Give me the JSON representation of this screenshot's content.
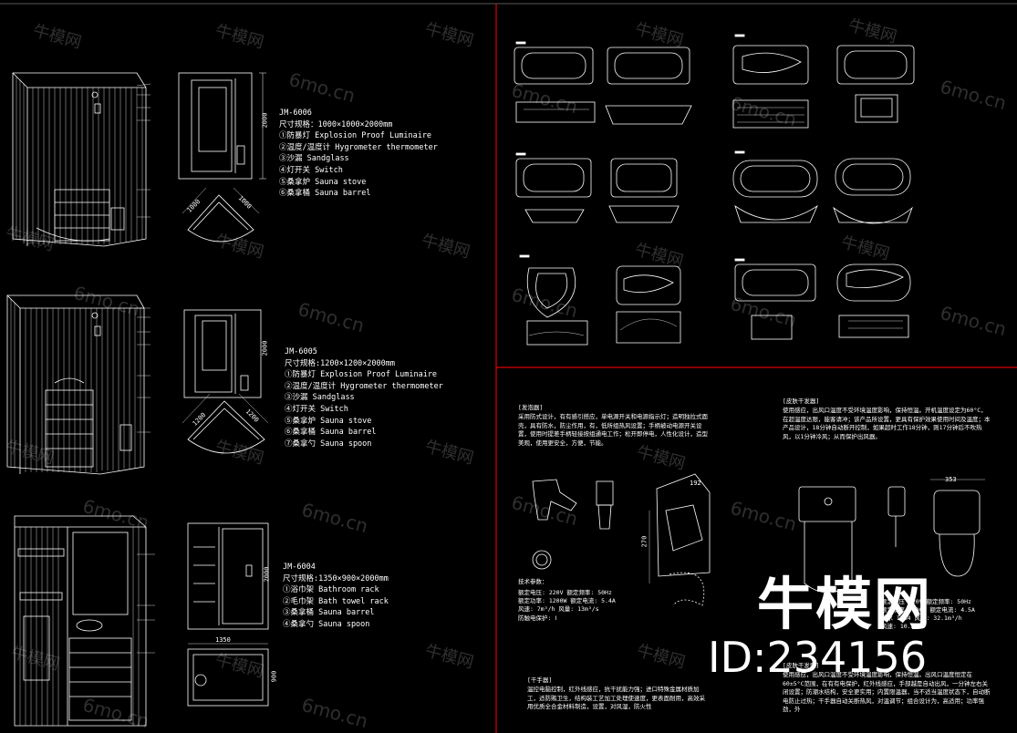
{
  "models": [
    {
      "model": "JM-6006",
      "spec": "尺寸规格：1000×1000×2000mm",
      "items": [
        "①防暴灯 Explosion Proof Luminaire",
        "②温度/温度计 Hygrometer thermometer",
        "③沙漏 Sandglass",
        "④灯开关 Switch",
        "⑤桑拿炉 Sauna stove",
        "⑥桑拿桶 Sauna barrel"
      ],
      "dims": {
        "height": "2000",
        "w1": "1000",
        "w2": "1000"
      }
    },
    {
      "model": "JM-6005",
      "spec": "尺寸规格:1200×1200×2000mm",
      "items": [
        "①防暴灯 Explosion Proof Luminaire",
        "②温度/温度计 Hygrometer thermometer",
        "③沙漏 Sandglass",
        "④灯开关 Switch",
        "⑤桑拿炉 Sauna stove",
        "⑥桑拿桶 Sauna barrel",
        "⑦桑拿勺 Sauna spoon"
      ],
      "dims": {
        "height": "2000",
        "w1": "1200",
        "w2": "1200"
      }
    },
    {
      "model": "JM-6004",
      "spec": "尺寸规格:1350×900×2000mm",
      "items": [
        "①浴巾架 Bathroom rack",
        "②毛巾架 Bath towel rack",
        "③桑拿桶 Sauna barrel",
        "④桑拿勺 Sauna spoon"
      ],
      "dims": {
        "height": "2000",
        "w1": "1350",
        "w2": "900"
      }
    }
  ],
  "panels": {
    "hand_dryer_title": "[发泡器]",
    "hand_dryer_text": "采用防式设计，有有感引搭应，单电源开关和电源指示灯；造明独拉式面壳，具有防水，防尘作用，有，低所组热风设置；手柄被动电源开关设置，使用时提差手柄轻接按组通电工作；松开即停电，人性化设计，造型美观，使用更安全，方便，节能。",
    "hand_dryer_params_title": "技术参数：",
    "hand_dryer_params": [
      "额定电压: 220V   额定频率: 50Hz",
      "额定功率: 1200W  额定电流: 5.4A",
      "风速: 7m³/h      风量: 13m³/s",
      "防触电保护: Ⅰ"
    ],
    "skin_dryer_title": "[皮肤干发器]",
    "skin_dryer_text": "使用感应，出风口温度不受环境温度影响，保持恒温。开机温度设定为60°C，在超温度达限，能客请冲；该产品所设置，更具有保护效果使用时间及温度；本产品设计，18分钟自动断开控制，如果超时工作18分钟，则17分钟后不吹热风，以1分钟冷风；从而保护出风器。",
    "skin_dryer_params": [
      "额定电压 220V   额定频率: 50Hz",
      "额定功率 1000W  额定电流: 4.5A",
      "防水 IPX4        风量: 32.1m³/h",
      "风速: 10.2m/s"
    ],
    "hand_dryer2_title": "[干手器]",
    "hand_dryer2_text": "温控电脑控制，红外线感应，抗干扰能力强；进口特殊金属材质加工，适防贿卫生，结构装工艺加工处理使速度，更表面耐用，高效采用优质全合金材料制造，设置，对风湿，防火性",
    "skin_dryer2_title": "[皮肤干发器]",
    "skin_dryer2_text": "使用感应，出风口温度不受环境温度影响，保持恒温。出风口温度恒定在60±5°C范围，在有有电保护，红外线感应，手部越是自动出风，一分钟左右关闭设置；防潮水结构，安全更实用；内置限温器，当不适当温度状态下，自动断电防止过热；干手器自动关断热风，对温调节；组合设计为，高适用；功率强劲，外"
  },
  "dryer_dims": {
    "h1": "270",
    "w1": "192",
    "w2": "353"
  },
  "logo": "牛模网",
  "id_label": "ID:234156",
  "watermarks": [
    "牛模网",
    "6mo.cn"
  ]
}
